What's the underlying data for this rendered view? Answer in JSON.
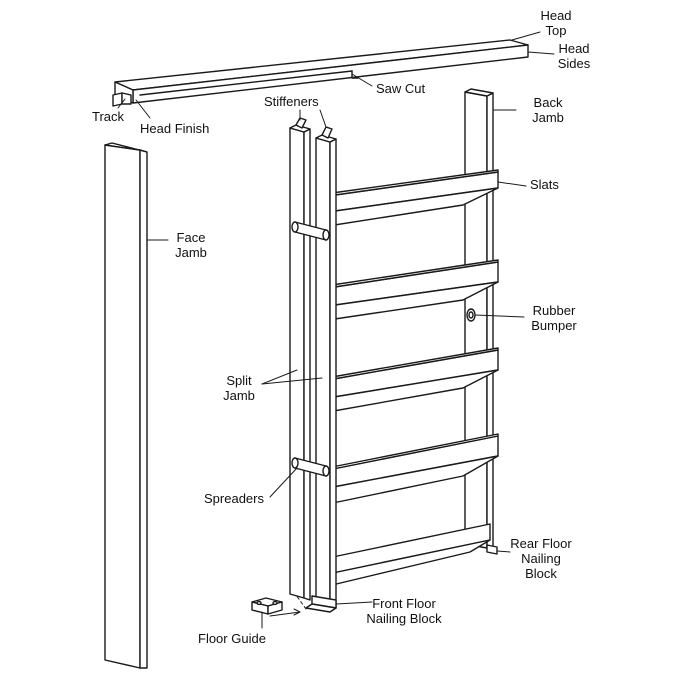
{
  "colors": {
    "ink": "#1a1a1a",
    "paper": "#ffffff"
  },
  "labels": {
    "head_top": "Head\nTop",
    "head_sides": "Head\nSides",
    "saw_cut": "Saw Cut",
    "stiffeners": "Stiffeners",
    "track": "Track",
    "head_finish": "Head Finish",
    "back_jamb": "Back\nJamb",
    "slats": "Slats",
    "face_jamb": "Face\nJamb",
    "rubber_bumper": "Rubber\nBumper",
    "split_jamb": "Split\nJamb",
    "spreaders": "Spreaders",
    "rear_floor_nailing_block": "Rear Floor\nNailing\nBlock",
    "front_floor_nailing_block": "Front Floor\nNailing Block",
    "floor_guide": "Floor Guide"
  }
}
